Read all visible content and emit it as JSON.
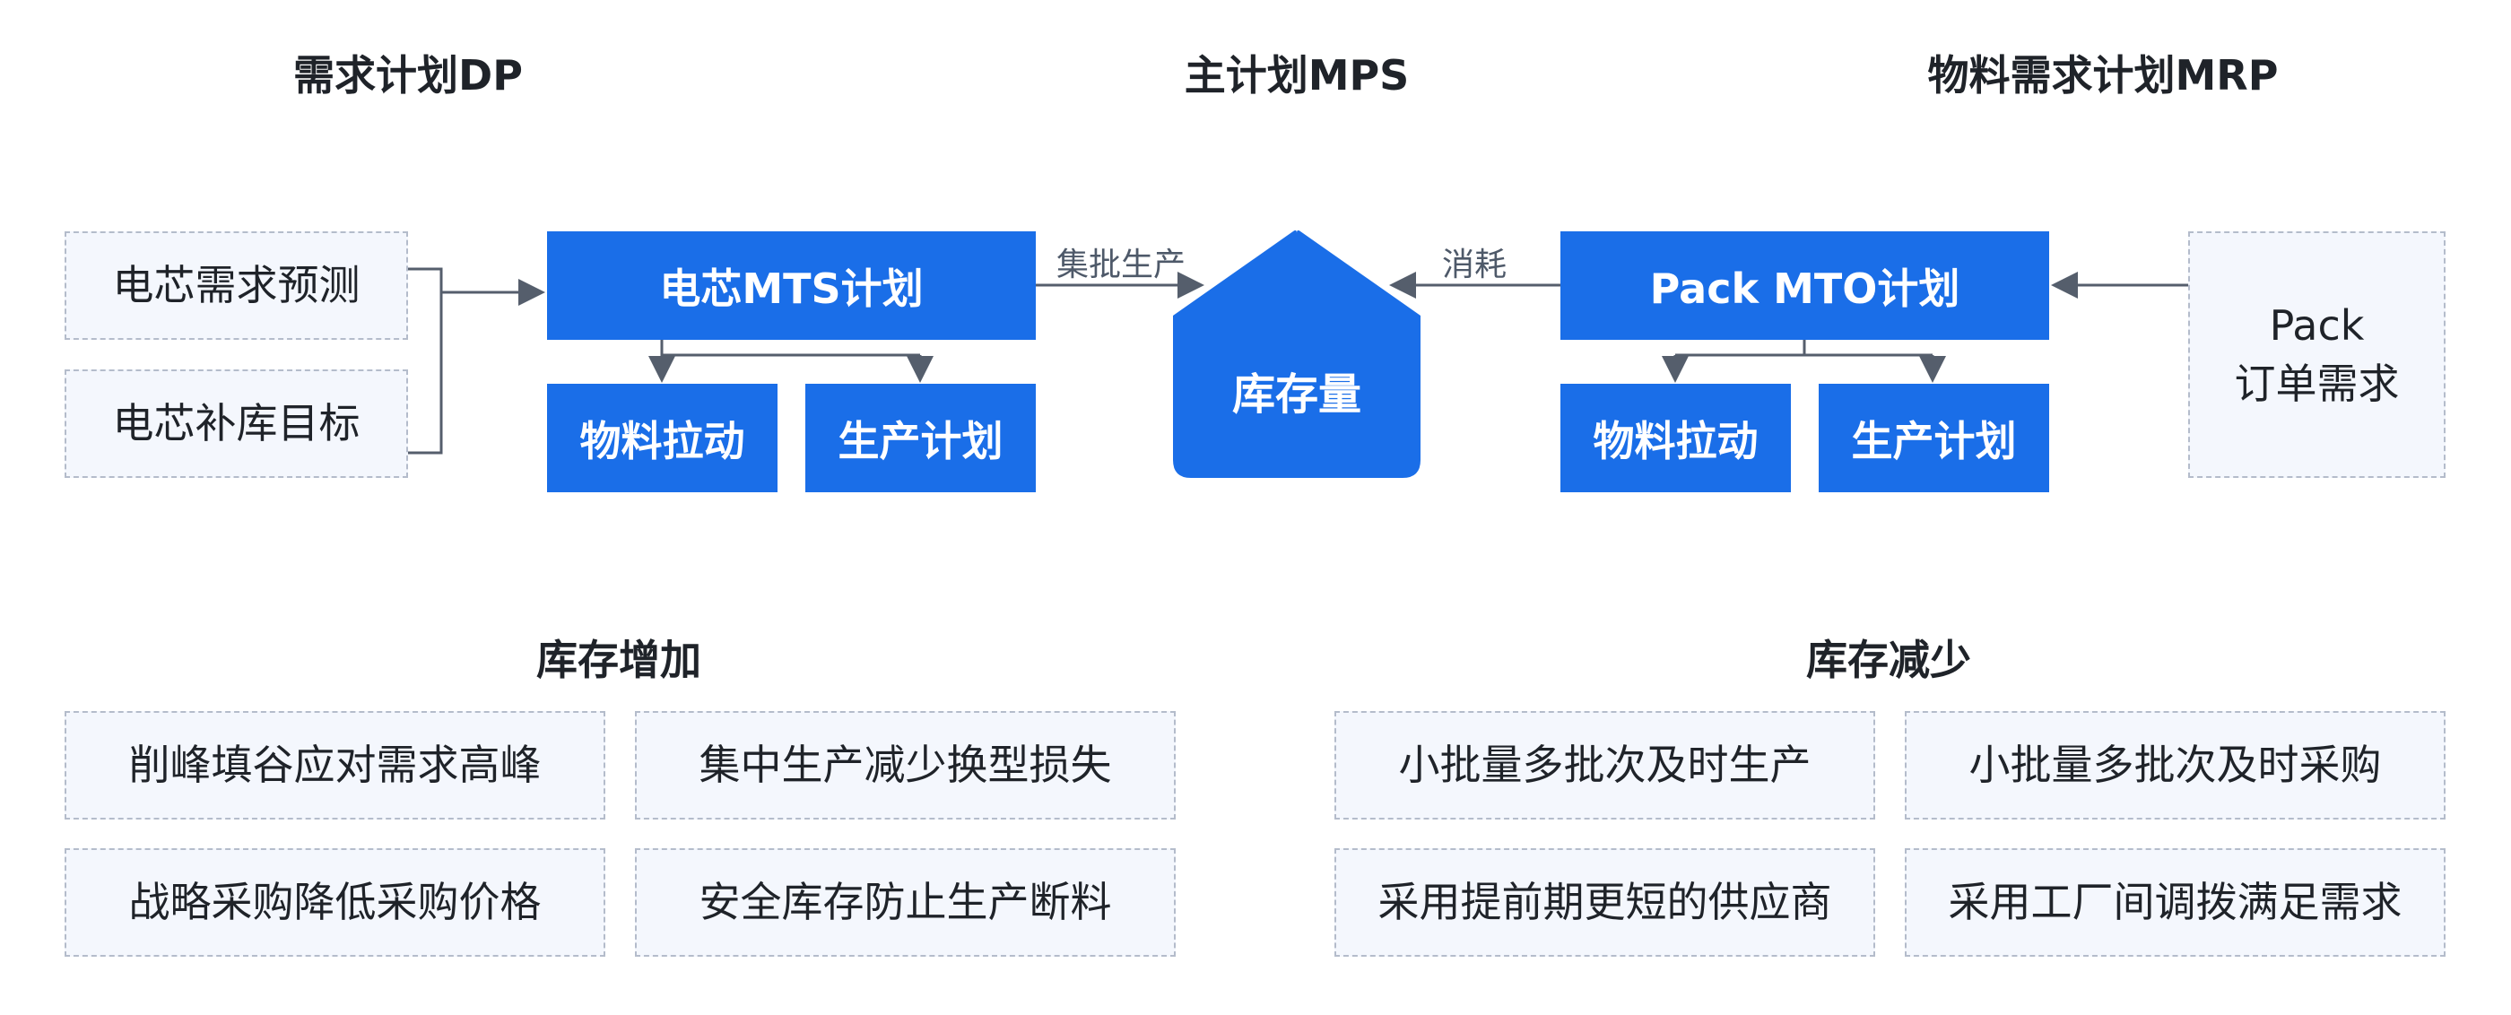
{
  "columns": {
    "dp": "需求计划DP",
    "mps": "主计划MPS",
    "mrp": "物料需求计划MRP"
  },
  "left_inputs": {
    "forecast": "电芯需求预测",
    "restock_target": "电芯补库目标"
  },
  "mts": {
    "title": "电芯MTS计划",
    "sub_material": "物料拉动",
    "sub_production": "生产计划"
  },
  "edges": {
    "batch_production": "集批生产",
    "consumption": "消耗"
  },
  "inventory": {
    "label": "库存量"
  },
  "mto": {
    "title": "Pack MTO计划",
    "sub_material": "物料拉动",
    "sub_production": "生产计划"
  },
  "right_input": {
    "line1": "Pack",
    "line2": "订单需求"
  },
  "increase": {
    "title": "库存增加",
    "items": [
      "削峰填谷应对需求高峰",
      "集中生产减少换型损失",
      "战略采购降低采购价格",
      "安全库存防止生产断料"
    ]
  },
  "decrease": {
    "title": "库存减少",
    "items": [
      "小批量多批次及时生产",
      "小批量多批次及时采购",
      "采用提前期更短的供应商",
      "采用工厂间调拨满足需求"
    ]
  },
  "colors": {
    "primary_blue": "#1a6ee8",
    "dashed_fill": "#f4f7fd",
    "dashed_border": "#b4bccb",
    "connector": "#555e6c"
  }
}
